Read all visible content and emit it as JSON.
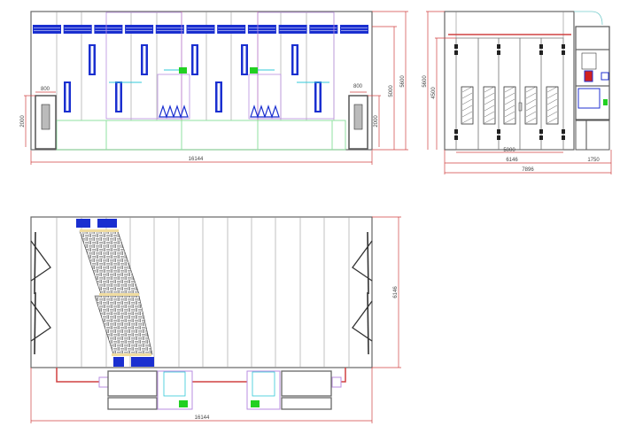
{
  "front_view": {
    "door_width_left": "800",
    "door_height_left": "2000",
    "door_width_right": "800",
    "door_height_right": "2000",
    "height_inner": "5000",
    "height_total": "5600",
    "length_total": "16144"
  },
  "side_view": {
    "height_total": "5600",
    "door_height": "4500",
    "door_width": "5000",
    "booth_width": "6146",
    "cabinet_width": "1750",
    "width_total": "7896"
  },
  "plan_view": {
    "width": "6146",
    "length_total": "16144"
  },
  "colors": {
    "louver": "#1a2fd0",
    "dimension": "#d04040",
    "frame_green": "#8fe0a0",
    "frame_purple": "#b98ee0",
    "fan_green": "#22d022",
    "cyan": "#30c8d8"
  }
}
